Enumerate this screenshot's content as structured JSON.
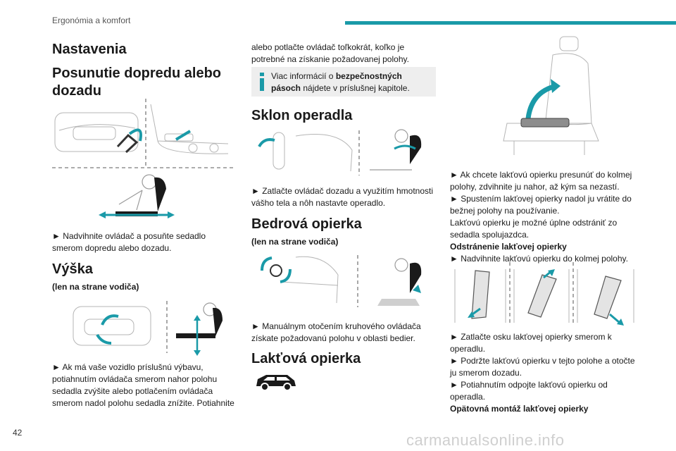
{
  "header": {
    "section": "Ergonómia a komfort",
    "accent_color": "#1a9aa8"
  },
  "page_number": "42",
  "watermark": "carmanualsonline.info",
  "col1": {
    "title_settings": "Nastavenia",
    "title_forward": "Posunutie dopredu alebo dozadu",
    "text_forward": "► Nadvihnite ovládač a posuňte sedadlo smerom dopredu alebo dozadu.",
    "title_height": "Výška",
    "note_height": "(len na strane vodiča)",
    "text_height": "► Ak má vaše vozidlo príslušnú výbavu, potiahnutím ovládača smerom nahor polohu sedadla zvýšite alebo potlačením ovládača smerom nadol polohu sedadla znížite. Potiahnite"
  },
  "col2": {
    "text_cont": "alebo potlačte ovládač toľkokrát, koľko je potrebné na získanie požadovanej polohy.",
    "info_pre": "Viac informácií o ",
    "info_bold": "bezpečnostných pásoch",
    "info_post": " nájdete v príslušnej kapitole.",
    "title_recline": "Sklon operadla",
    "text_recline": "► Zatlačte ovládač dozadu a využitím hmotnosti vášho tela a nôh nastavte operadlo.",
    "title_lumbar": "Bedrová opierka",
    "note_lumbar": "(len na strane vodiča)",
    "text_lumbar": "► Manuálnym otočením kruhového ovládača získate požadovanú polohu v oblasti bedier.",
    "title_armrest": "Lakťová opierka"
  },
  "col3": {
    "p1": "► Ak chcete lakťovú opierku presunúť do kolmej polohy, zdvihnite ju nahor, až kým sa nezastí.",
    "p2": "► Spustením lakťovej opierky nadol ju vrátite do bežnej polohy na používanie.",
    "p3": "Lakťovú opierku je možné úplne odstrániť zo sedadla spolujazdca.",
    "p4_bold": "Odstránenie lakťovej opierky",
    "p5": "► Nadvihnite lakťovú opierku do kolmej polohy.",
    "p6": "► Zatlačte osku lakťovej opierky smerom k operadlu.",
    "p7": "► Podržte lakťovú opierku v tejto polohe a otočte ju smerom dozadu.",
    "p8": "► Potiahnutím odpojte lakťovú opierku od operadla.",
    "p9_bold": "Opätovná montáž lakťovej opierky"
  }
}
